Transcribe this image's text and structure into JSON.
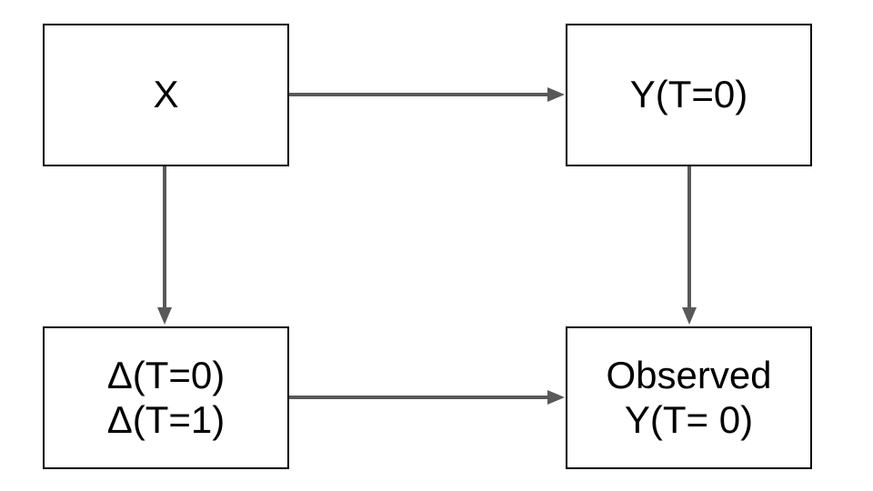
{
  "diagram": {
    "background": "#ffffff",
    "colors": {
      "arrow": "#595959",
      "node_border": "#000000",
      "node_fill": "#ffffff",
      "text": "#000000"
    },
    "nodes": [
      {
        "id": "x",
        "lines": [
          "X"
        ]
      },
      {
        "id": "y-t0",
        "lines": [
          "Y(T=0)"
        ]
      },
      {
        "id": "delta",
        "lines": [
          "Δ(T=0)",
          "Δ(T=1)"
        ]
      },
      {
        "id": "observed-y-t0",
        "lines": [
          "Observed",
          "Y(T= 0)"
        ]
      }
    ],
    "edges": [
      {
        "from": "x",
        "to": "y-t0",
        "direction": "right"
      },
      {
        "from": "x",
        "to": "delta",
        "direction": "down"
      },
      {
        "from": "y-t0",
        "to": "observed-y-t0",
        "direction": "down"
      },
      {
        "from": "delta",
        "to": "observed-y-t0",
        "direction": "right"
      }
    ]
  }
}
